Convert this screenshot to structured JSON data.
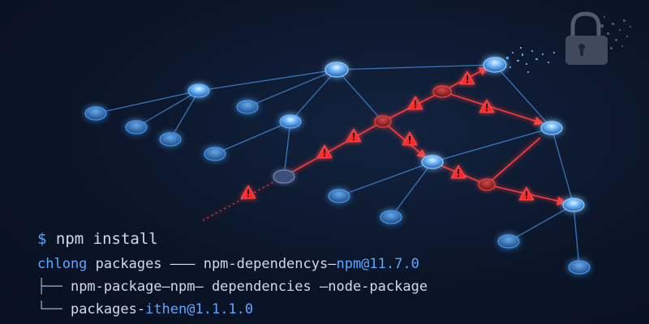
{
  "terminal": {
    "prompt": "$",
    "command": "npm install",
    "line1": {
      "part1": "chlong",
      "part2": " packages ——— npm-dependencys—",
      "part3": "npm@11.7.0"
    },
    "line2": {
      "tree": "├──",
      "text": " npm-package—npm— dependencies —node-package"
    },
    "line3": {
      "tree": "└──",
      "text1": " packages-",
      "text2": "ithen@1.1.1.0"
    }
  },
  "graph": {
    "colors": {
      "node": "#4aa3ff",
      "edge": "#3f86d6",
      "compromised": "#ff3b3b",
      "warning": "#ff3030",
      "lock": "#7d8898"
    },
    "icons": [
      "warning-icon",
      "padlock-icon"
    ]
  }
}
